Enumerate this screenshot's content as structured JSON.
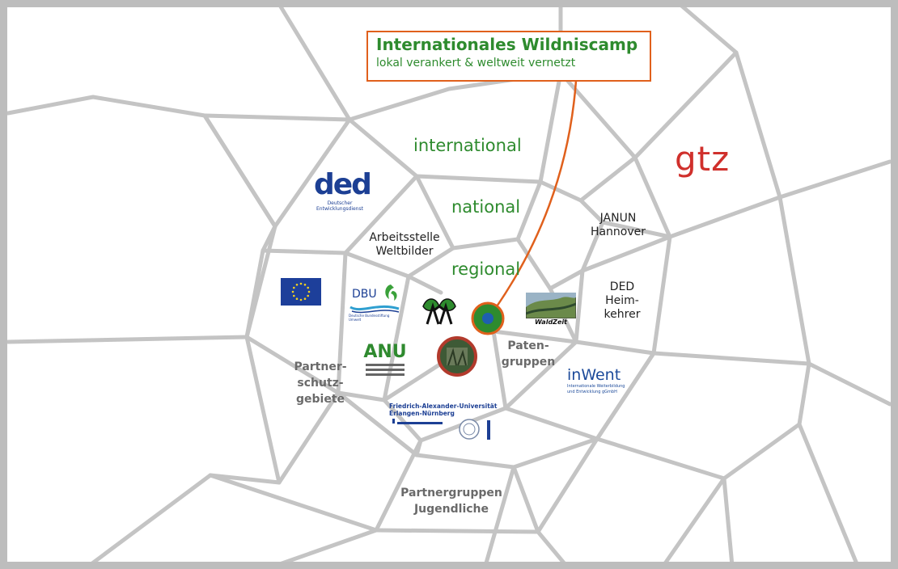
{
  "title": {
    "main": "Internationales Wildniscamp",
    "sub": "lokal verankert & weltweit vernetzt"
  },
  "rings": {
    "international": "international",
    "national": "national",
    "regional": "regional"
  },
  "partners": {
    "gtz": "gtz",
    "ded": {
      "word": "ded",
      "sub_line1": "Deutscher",
      "sub_line2": "Entwicklungsdienst"
    },
    "eu_flag": "eu-flag",
    "dbu": {
      "word": "DBU",
      "sub": "Deutsche Bundesstiftung Umwelt"
    },
    "anu": {
      "word": "ANU"
    },
    "fau": {
      "line1": "Friedrich-Alexander-Universität",
      "line2": "Erlangen-Nürnberg"
    },
    "invent": {
      "word": "inWent",
      "sub_line1": "Internationale Weiterbildung",
      "sub_line2": "und Entwicklung gGmbH"
    },
    "waldzeit": {
      "word": "WaldZeit"
    }
  },
  "labels": {
    "arbeitsstelle": "Arbeitsstelle Weltbilder",
    "janun": "JANUN Hannover",
    "ded_heimkehrer": "DED Heim- kehrer",
    "patengruppen": "Paten- gruppen",
    "partnerschutzgebiete": "Partner- schutz- gebiete",
    "partnergruppen": "Partnergruppen Jugendliche"
  },
  "colors": {
    "web": "#c4c4c4",
    "green": "#2e8b2e",
    "orange": "#e0601c",
    "gtz_red": "#d0302c",
    "logo_blue": "#1c3f94"
  }
}
